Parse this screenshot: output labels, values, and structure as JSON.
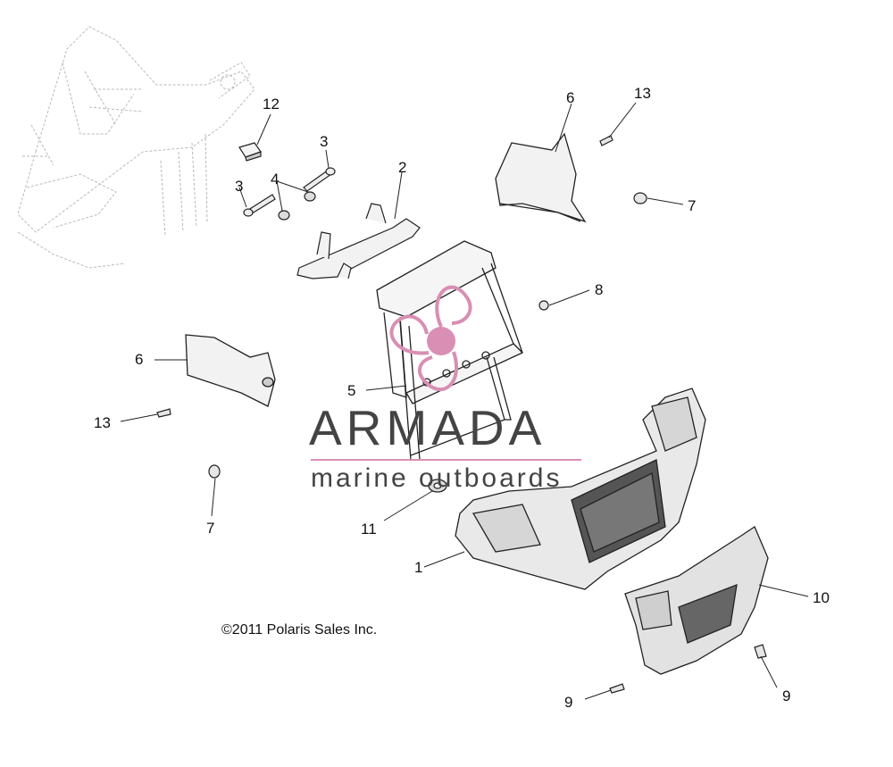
{
  "diagram": {
    "copyright": "©2011 Polaris Sales Inc.",
    "callouts": {
      "c1": "1",
      "c2": "2",
      "c3a": "3",
      "c3b": "3",
      "c4": "4",
      "c5": "5",
      "c6a": "6",
      "c6b": "6",
      "c7a": "7",
      "c7b": "7",
      "c8": "8",
      "c9a": "9",
      "c9b": "9",
      "c10": "10",
      "c11": "11",
      "c12": "12",
      "c13a": "13",
      "c13b": "13"
    }
  },
  "watermark": {
    "name": "ARMADA",
    "subtitle": "marine outboards",
    "colors": {
      "pink": "#d88fb3",
      "text": "#444444"
    }
  }
}
